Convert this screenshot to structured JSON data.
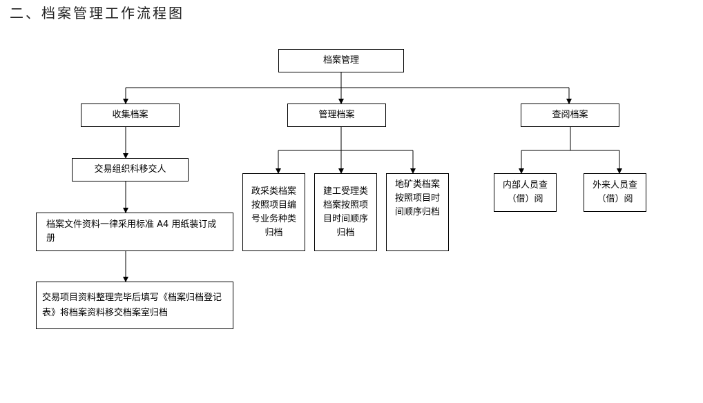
{
  "title": "二、档案管理工作流程图",
  "nodes": {
    "root": "档案管理",
    "collect": "收集档案",
    "manage": "管理档案",
    "consult": "查阅档案",
    "transfer": "交易组织科移交人",
    "binding": "档案文件资料一律采用标准 A4 用纸装订成册",
    "register": "交易项目资料整理完毕后填写《档案归档登记表》将档案资料移交档案室归档",
    "gov": "政采类档案按照项目编号业务种类归档",
    "construction": "建工受理类档案按照项目时间顺序归档",
    "mining": "地矿类档案按照项目时间顺序归档",
    "internal": "内部人员查（借）阅",
    "external": "外来人员查（借）阅"
  }
}
